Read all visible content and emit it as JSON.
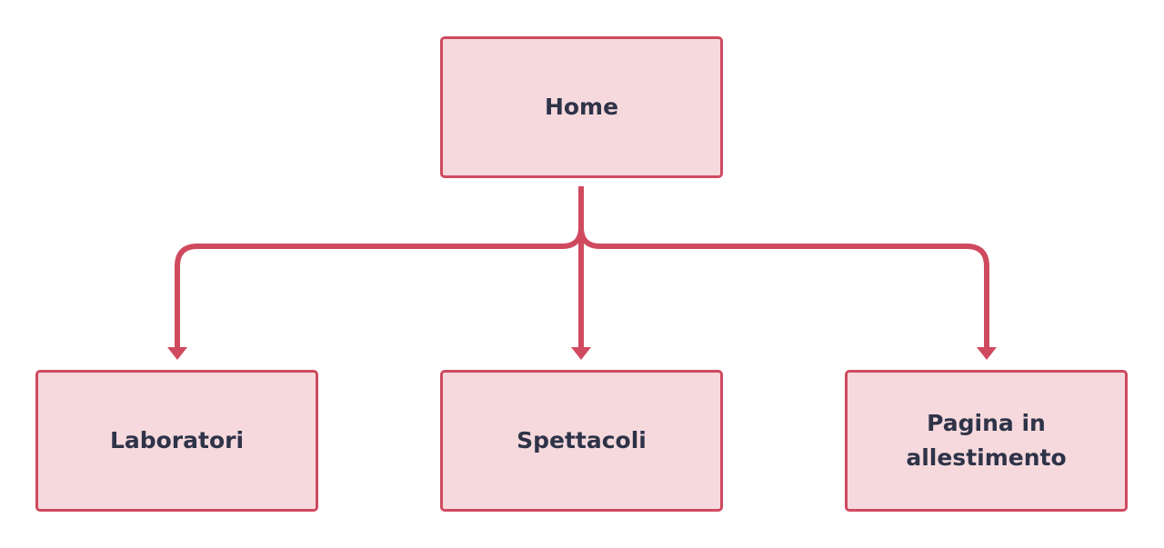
{
  "colors": {
    "stroke": "#cf4a5f",
    "fill": "#f5d9dd",
    "text": "#2e3348",
    "background": "#ffffff"
  },
  "nodes": {
    "home": {
      "label": "Home"
    },
    "laboratori": {
      "label": "Laboratori"
    },
    "spettacoli": {
      "label": "Spettacoli"
    },
    "pagina": {
      "label": "Pagina in allestimento"
    }
  },
  "edges": [
    {
      "from": "Home",
      "to": "Laboratori"
    },
    {
      "from": "Home",
      "to": "Spettacoli"
    },
    {
      "from": "Home",
      "to": "Pagina in allestimento"
    }
  ]
}
